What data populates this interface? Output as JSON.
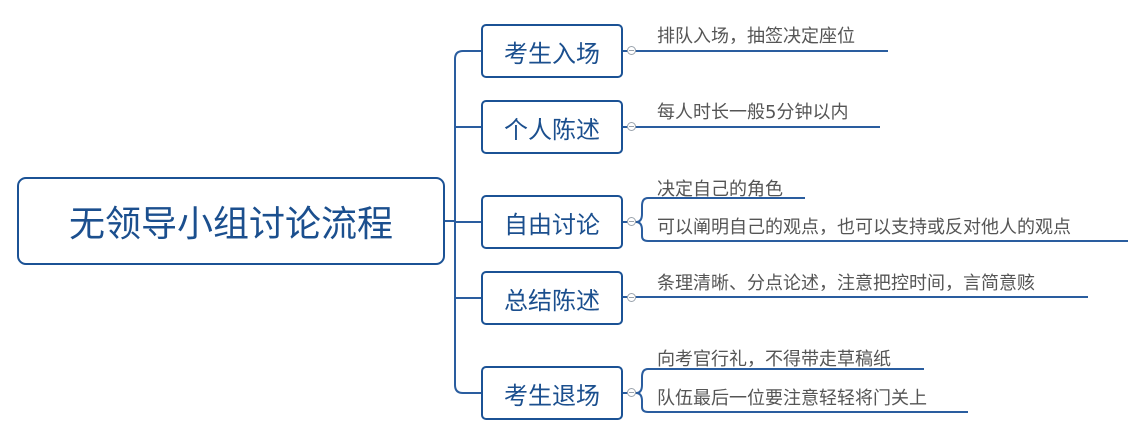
{
  "root": {
    "title": "无领导小组讨论流程"
  },
  "branches": [
    {
      "label": "考生入场",
      "leaves": [
        "排队入场，抽签决定座位"
      ]
    },
    {
      "label": "个人陈述",
      "leaves": [
        "每人时长一般5分钟以内"
      ]
    },
    {
      "label": "自由讨论",
      "leaves": [
        "决定自己的角色",
        "可以阐明自己的观点，也可以支持或反对他人的观点"
      ]
    },
    {
      "label": "总结陈述",
      "leaves": [
        "条理清晰、分点论述，注意把控时间，言简意赅"
      ]
    },
    {
      "label": "考生退场",
      "leaves": [
        "向考官行礼，不得带走草稿纸",
        "队伍最后一位要注意轻轻将门关上"
      ]
    }
  ],
  "colors": {
    "line": "#2a5d9f",
    "text_main": "#1b4f8e",
    "text_leaf": "#555555"
  }
}
